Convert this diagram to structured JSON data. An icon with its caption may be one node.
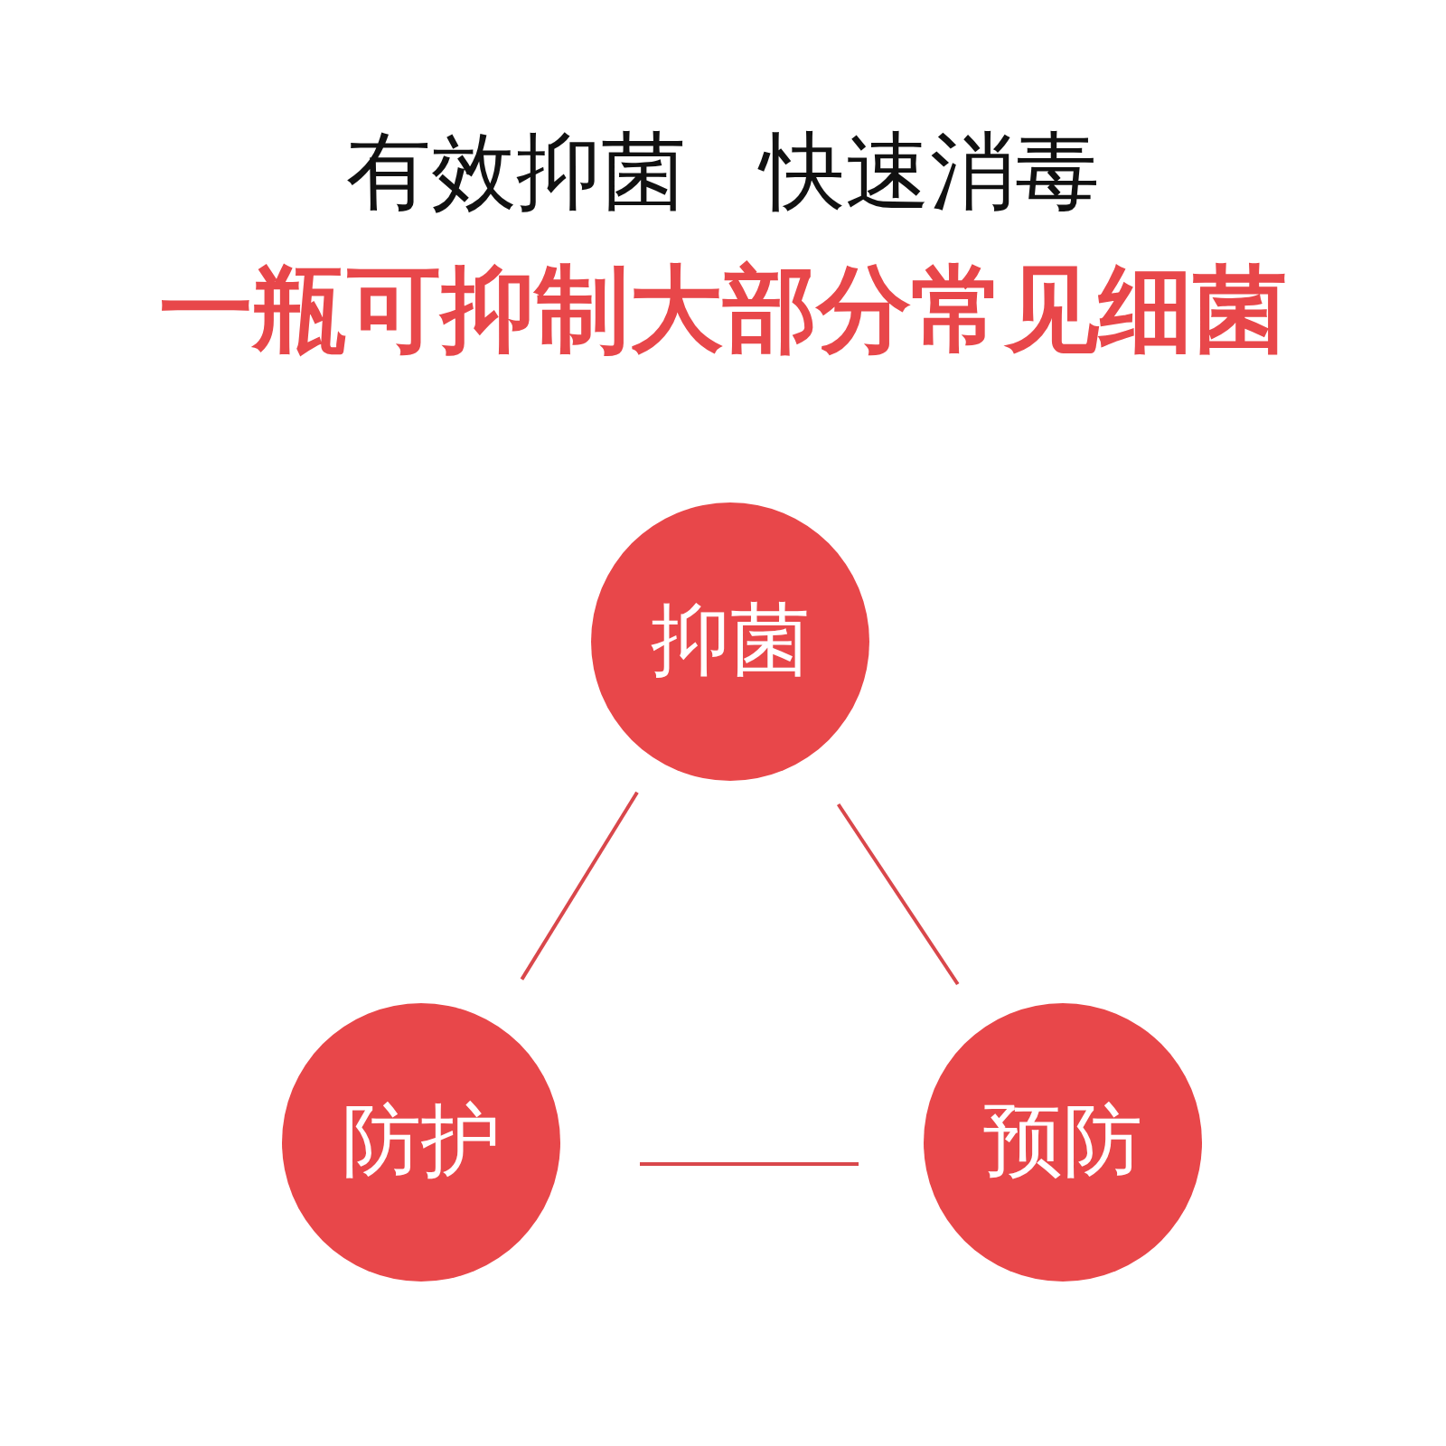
{
  "diagram": {
    "title": "有效抑菌 快速消毒",
    "nodes": [
      {
        "text": [
          "抑菌"
        ]
      },
      {
        "text": [
          "防护"
        ]
      },
      {
        "text": [
          "预防"
        ]
      }
    ],
    "edges": [
      {
        "from": 0,
        "to": 1,
        "arrow": "none"
      },
      {
        "from": 0,
        "to": 2,
        "arrow": "none"
      },
      {
        "from": 1,
        "to": 2,
        "arrow": "none"
      }
    ],
    "labels": [
      "一瓶可抑制大部分常见细菌"
    ]
  }
}
